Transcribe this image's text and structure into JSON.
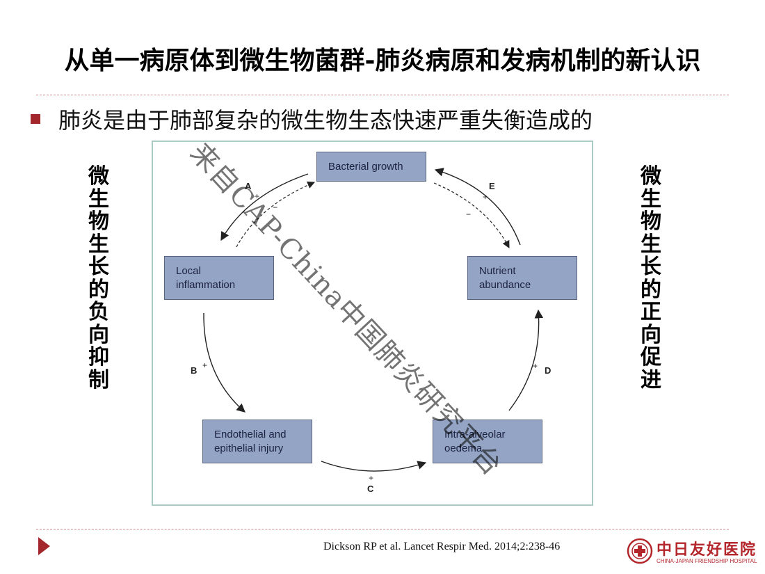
{
  "slide": {
    "title": "从单一病原体到微生物菌群-肺炎病原和发病机制的新认识",
    "bullet": "肺炎是由于肺部复杂的微生物生态快速严重失衡造成的",
    "left_vertical": "微生物生长的负向抑制",
    "right_vertical": "微生物生长的正向促进",
    "citation": "Dickson RP et al. Lancet Respir Med. 2014;2:238-46",
    "watermark": "来自CAP-China中国肺炎研究平台",
    "logo": {
      "name": "中日友好医院",
      "subtitle": "CHINA-JAPAN FRIENDSHIP HOSPITAL"
    },
    "colors": {
      "accent": "#a3262d",
      "box_fill": "#94a4c4",
      "frame_border": "#a9cbc4"
    }
  },
  "diagram": {
    "nodes": {
      "bacterial_growth": "Bacterial growth",
      "nutrient_1": "Nutrient",
      "nutrient_2": "abundance",
      "local_1": "Local",
      "local_2": "inflammation",
      "endo_1": "Endothelial and",
      "endo_2": "epithelial injury",
      "intra_1": "Intra-alveolar",
      "intra_2": "oedema"
    },
    "edges": {
      "A": {
        "label": "A",
        "sign": "+",
        "sign2": "−"
      },
      "B": {
        "label": "B",
        "sign": "+"
      },
      "C": {
        "label": "C",
        "sign": "+"
      },
      "D": {
        "label": "D",
        "sign": "+"
      },
      "E": {
        "label": "E",
        "sign": "+",
        "sign2": "−"
      }
    }
  }
}
